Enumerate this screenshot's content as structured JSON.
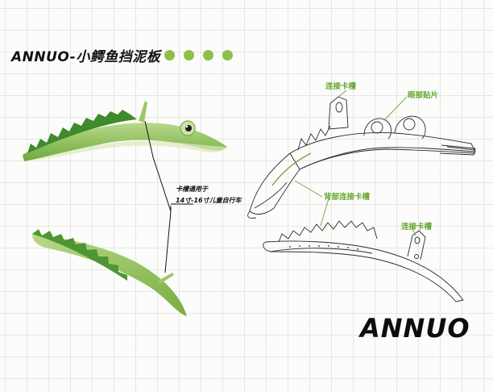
{
  "title": "ANNUO-小鳄鱼挡泥板",
  "brand": "ANNUO",
  "note": {
    "line1": "卡槽通用于",
    "line2": "14寸-16寸儿童自行车"
  },
  "callouts": {
    "top_connector": "连接卡槽",
    "eye_patch": "眼部贴片",
    "back_connector": "背部连接卡槽",
    "rear_connector": "连接卡槽"
  },
  "colors": {
    "accent_green": "#8dbf4c",
    "label_green": "#6aa933",
    "dark_green": "#2f7a28"
  },
  "decor": {
    "dot_count": 4
  }
}
